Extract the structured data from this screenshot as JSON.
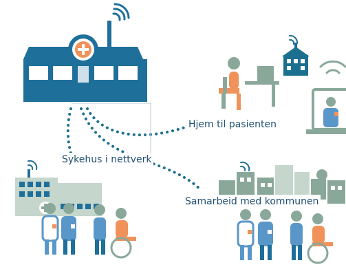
{
  "labels": {
    "home": "Hjem til pasienten",
    "network": "Sykehus i nettverk",
    "cooperation": "Samarbeid med kommunen"
  },
  "colors": {
    "hospital_blue": "#1e6f9a",
    "teal": "#1c6f8e",
    "green_gray": "#8aa89a",
    "light_green": "#c5d6cc",
    "orange": "#f0925a",
    "person_blue": "#5a97c9",
    "text": "#1f4f73"
  },
  "icons": [
    "hospital-icon",
    "wifi-icon",
    "red-cross-icon",
    "laptop-doctor-icon",
    "home-worker-icon",
    "town-icon",
    "wheelchair-icon"
  ]
}
